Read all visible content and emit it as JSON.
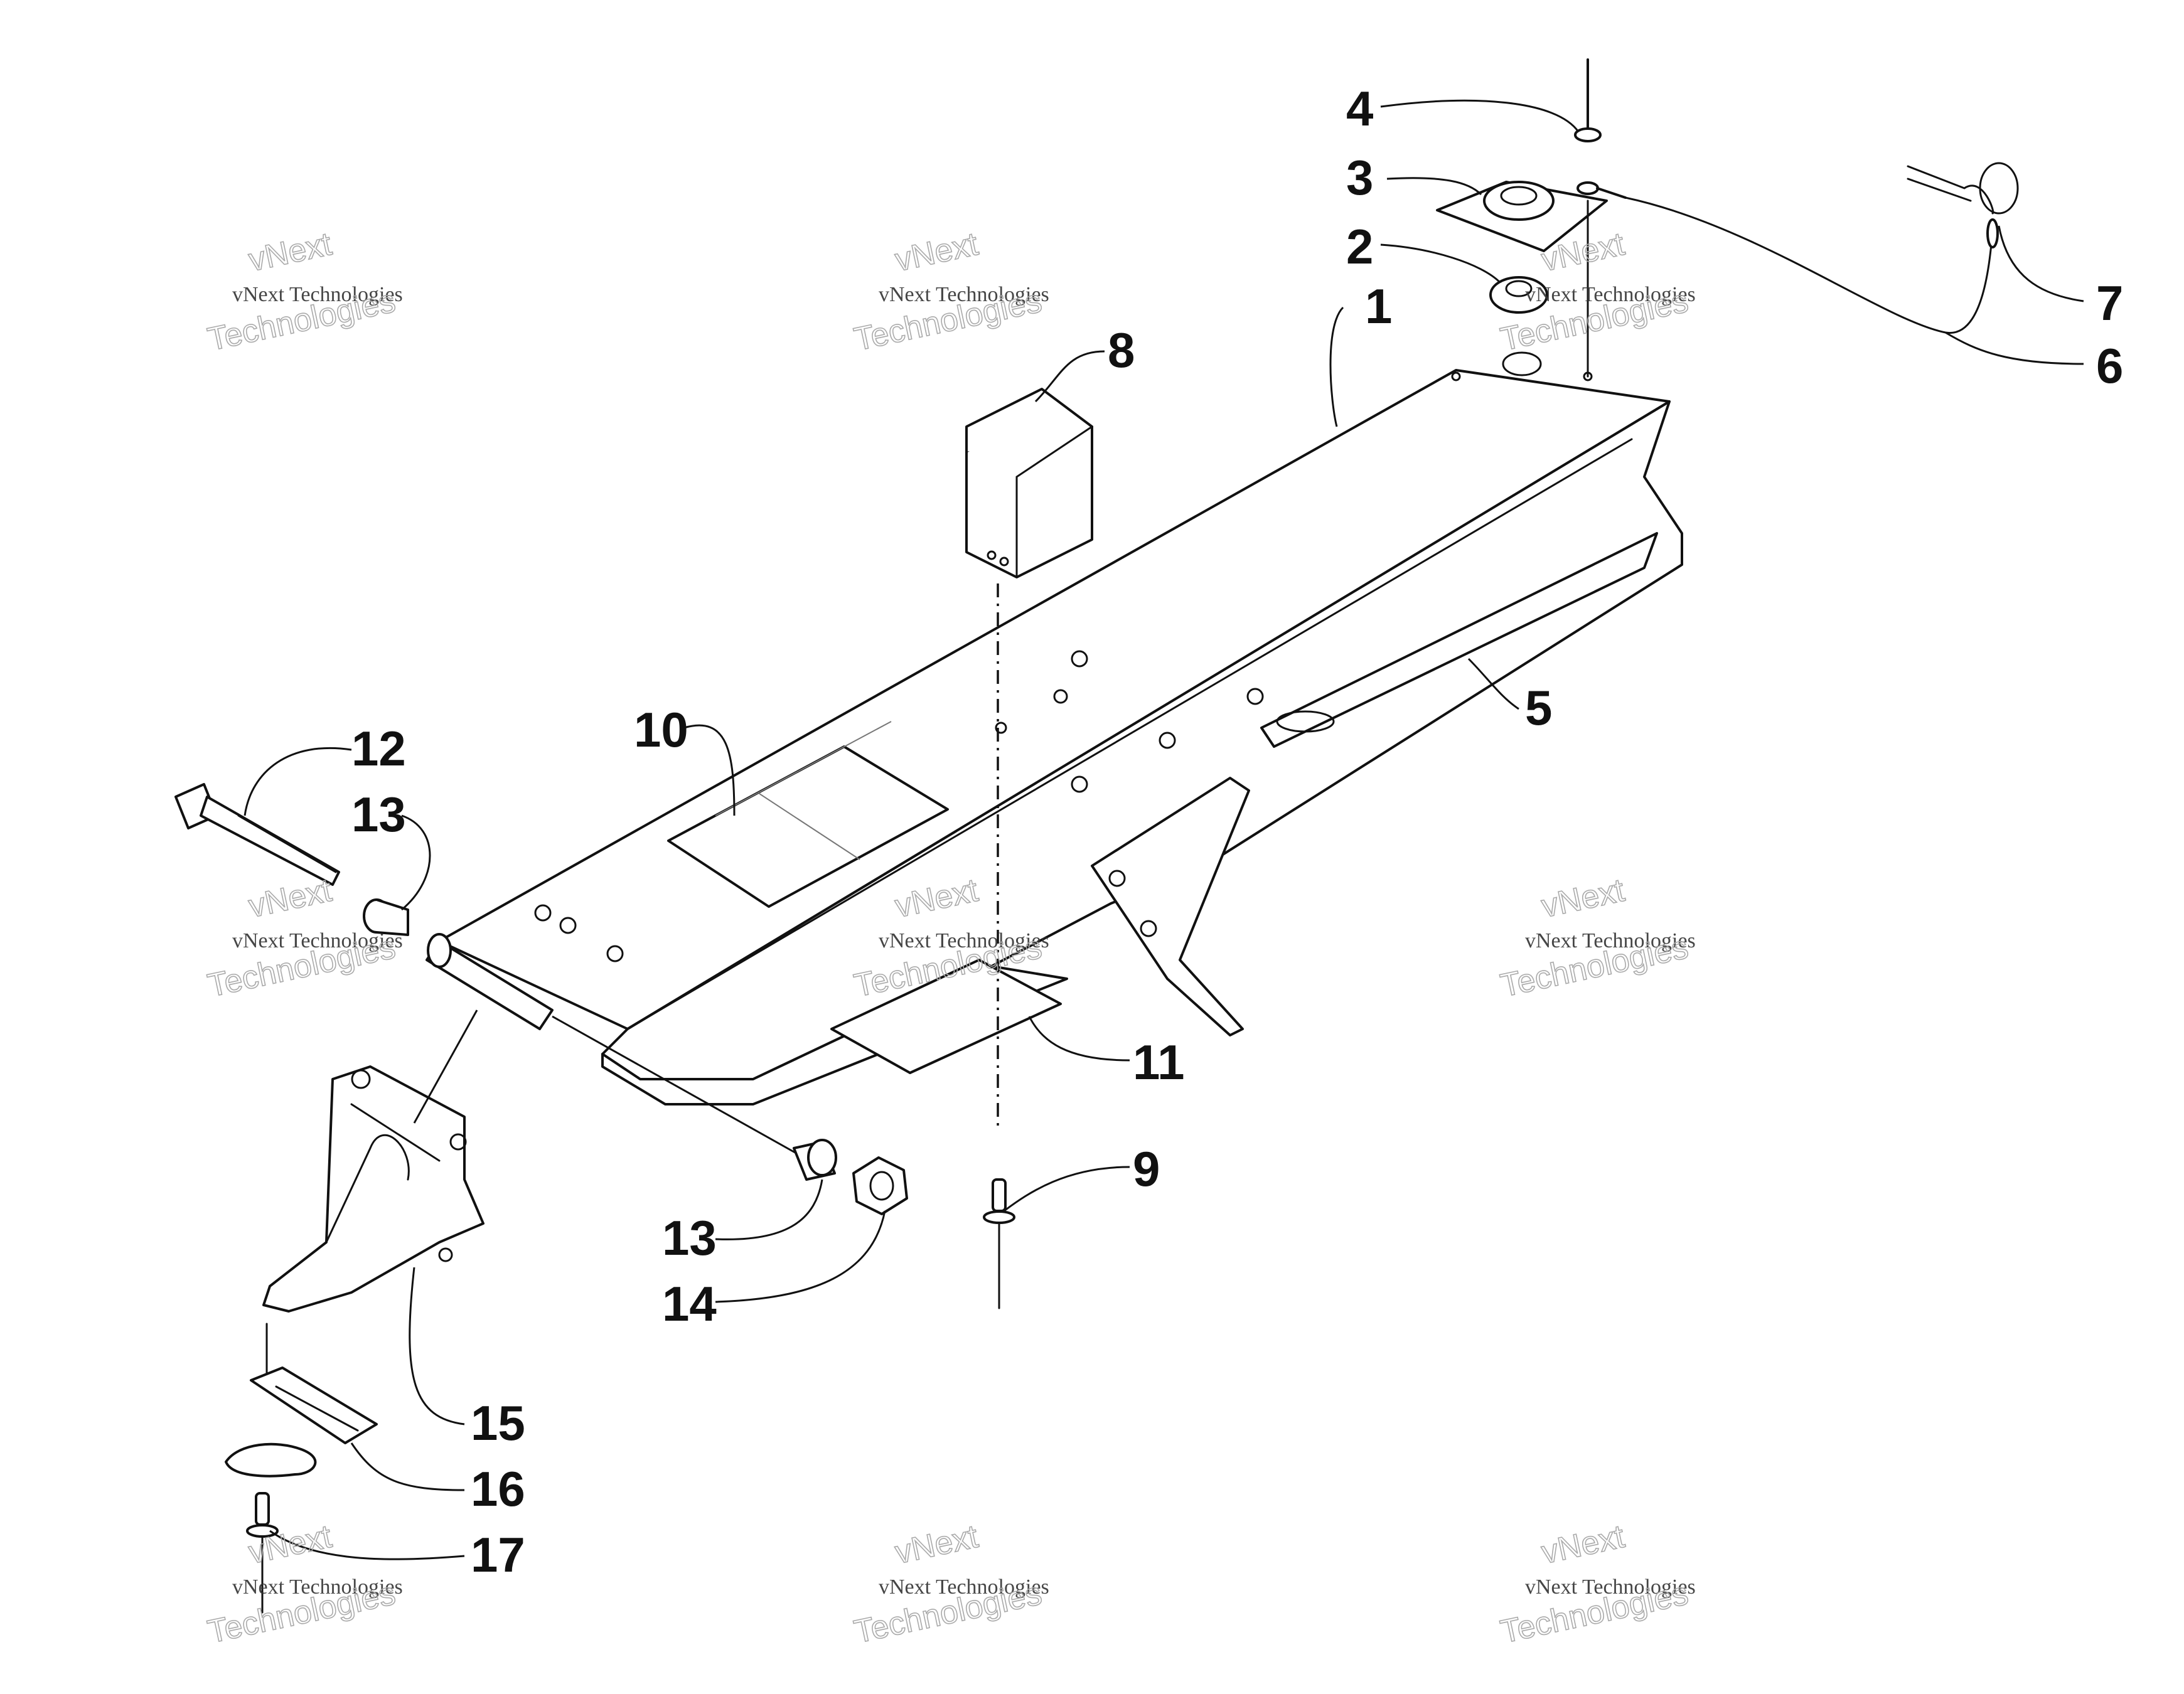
{
  "callouts": [
    "1",
    "2",
    "3",
    "4",
    "5",
    "6",
    "7",
    "8",
    "9",
    "10",
    "11",
    "12",
    "13",
    "14",
    "15",
    "16",
    "17"
  ],
  "watermark": {
    "small": "vNext Technologies",
    "large_top": "vNext",
    "large_bottom": "Technologies"
  },
  "colors": {
    "ink": "#111111",
    "paper": "#ffffff",
    "watermark": "#aaaaaa"
  }
}
